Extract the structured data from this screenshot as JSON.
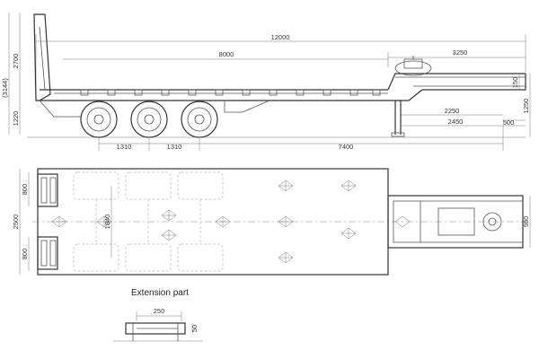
{
  "side_view": {
    "dims": {
      "overall_length": "12000",
      "deck_length": "8000",
      "gooseneck_length": "3250",
      "ramp_height": "2700",
      "overall_height": "(3144)",
      "deck_height": "1220",
      "axle_spacing_1": "1310",
      "axle_spacing_2": "1310",
      "rear_to_kingpin": "7400",
      "kingpin_to_leg": "2250",
      "kingpin_to_front": "2450",
      "front_offset": "500",
      "neck_height": "1250",
      "neck_step": "150"
    }
  },
  "top_view": {
    "dims": {
      "overall_width": "2500",
      "ramp_width_top": "800",
      "ramp_width_bottom": "800",
      "track_width": "1840",
      "neck_width": "980"
    }
  },
  "extension": {
    "title": "Extension part",
    "width": "250",
    "height": "50"
  },
  "colors": {
    "line": "#555555",
    "text": "#333333",
    "background": "#ffffff"
  }
}
